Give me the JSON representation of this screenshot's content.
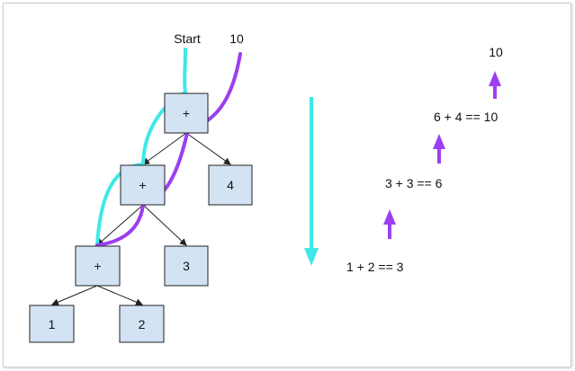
{
  "labels": {
    "start": "Start",
    "target": "10"
  },
  "nodes": {
    "root": "+",
    "mid": "+",
    "low": "+",
    "four": "4",
    "three": "3",
    "one": "1",
    "two": "2"
  },
  "equations": {
    "e1": "1 + 2 == 3",
    "e2": "3 + 3 == 6",
    "e3": "6 + 4 == 10",
    "e4": "10"
  },
  "colors": {
    "cyan": "#3ee8e8",
    "purple": "#9b3ff0",
    "node_fill": "#d3e3f4",
    "node_stroke": "#222222"
  }
}
